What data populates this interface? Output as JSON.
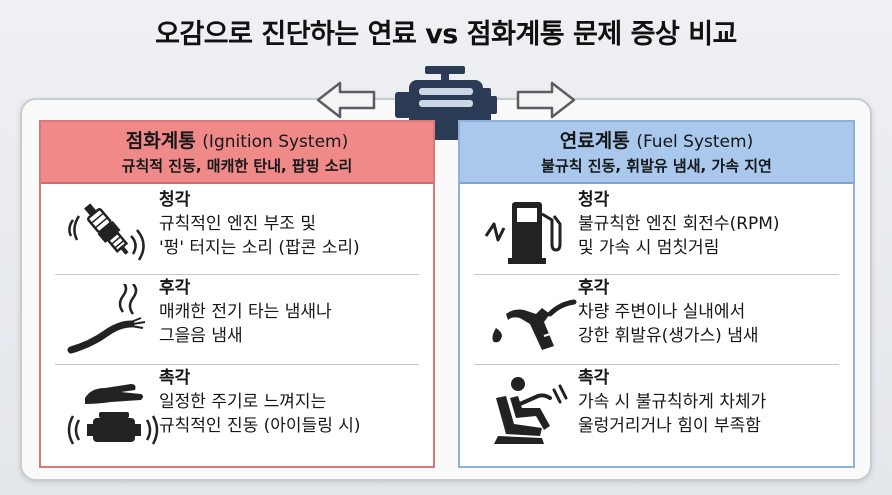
{
  "title": "오감으로 진단하는 연료 vs 점화계통 문제 증상 비교",
  "ignition": {
    "title_ko": "점화계통",
    "title_en": "(Ignition System)",
    "subtitle": "규칙적 진동, 매캐한 탄내, 팝핑 소리",
    "rows": [
      {
        "sense": "청각",
        "lines": [
          "규칙적인 엔진 부조 및",
          "'펑' 터지는 소리 (팝콘 소리)"
        ],
        "icon": "spark-plug-icon"
      },
      {
        "sense": "후각",
        "lines": [
          "매캐한 전기 타는 냄새나",
          "그을음 냄새"
        ],
        "icon": "burning-wire-icon"
      },
      {
        "sense": "촉각",
        "lines": [
          "일정한 주기로 느껴지는",
          "규칙적인 진동 (아이들링 시)"
        ],
        "icon": "hand-engine-vibration-icon"
      }
    ]
  },
  "fuel": {
    "title_ko": "연료계통",
    "title_en": "(Fuel System)",
    "subtitle": "불규칙 진동, 휘발유 냄새, 가속 지연",
    "rows": [
      {
        "sense": "청각",
        "lines": [
          "불규칙한 엔진 회전수(RPM)",
          "및 가속 시 멈칫거림"
        ],
        "icon": "fuel-pump-icon"
      },
      {
        "sense": "후각",
        "lines": [
          "차량 주변이나 실내에서",
          "강한 휘발유(생가스) 냄새"
        ],
        "icon": "fuel-nozzle-icon"
      },
      {
        "sense": "촉각",
        "lines": [
          "가속 시 불규칙하게 차체가",
          "울렁거리거나 힘이 부족함"
        ],
        "icon": "driver-seat-icon"
      }
    ]
  },
  "colors": {
    "ignition_header": "#f08a88",
    "fuel_header": "#a9c8ec",
    "engine": "#2b3a55"
  }
}
